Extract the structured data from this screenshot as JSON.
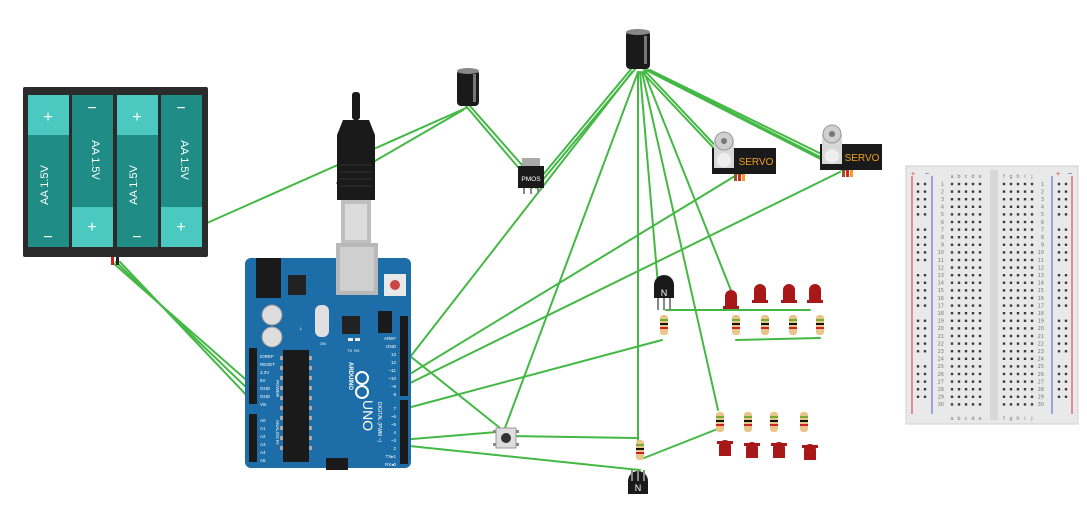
{
  "battery_pack": {
    "cells": [
      {
        "label": "AA 1.5V",
        "top_sign": "+",
        "bottom_sign": "−"
      },
      {
        "label": "AA 1.5V",
        "top_sign": "−",
        "bottom_sign": "+"
      },
      {
        "label": "AA 1.5V",
        "top_sign": "+",
        "bottom_sign": "−"
      },
      {
        "label": "AA 1.5V",
        "top_sign": "−",
        "bottom_sign": "+"
      }
    ]
  },
  "mosfet": {
    "label": "PMOS"
  },
  "servos": [
    {
      "label": "SERVO"
    },
    {
      "label": "SERVO"
    }
  ],
  "transistors": [
    {
      "label": "N"
    },
    {
      "label": "N"
    }
  ],
  "arduino": {
    "brand": "ARDUINO",
    "model": "UNO",
    "power_header": [
      "IOREF",
      "RESET",
      "3.3V",
      "5V",
      "GND",
      "GND",
      "Vin"
    ],
    "power_title": "POWER",
    "analog_header": [
      "A0",
      "A1",
      "A2",
      "A3",
      "A4",
      "A5"
    ],
    "analog_title": "ANALOG IN",
    "digital_top": [
      "AREF",
      "GND",
      "13",
      "12",
      "~11",
      "~10",
      "~9",
      "8"
    ],
    "digital_bottom": [
      "7",
      "~6",
      "~5",
      "4",
      "~3",
      "2",
      "TX▸1",
      "RX◂0"
    ],
    "digital_title": "DIGITAL (PWM ~)",
    "led_labels": [
      "TX",
      "RX",
      "L"
    ],
    "on_label": "ON"
  },
  "breadboard": {
    "col_letters_left": [
      "a",
      "b",
      "c",
      "d",
      "e"
    ],
    "col_letters_right": [
      "f",
      "g",
      "h",
      "i",
      "j"
    ],
    "row_numbers": [
      "1",
      "2",
      "3",
      "4",
      "5",
      "6",
      "7",
      "8",
      "9",
      "10",
      "11",
      "12",
      "13",
      "14",
      "15",
      "16",
      "17",
      "18",
      "19",
      "20",
      "21",
      "22",
      "23",
      "24",
      "25",
      "26",
      "27",
      "28",
      "29",
      "30"
    ],
    "rail_plus": "+",
    "rail_minus": "−"
  },
  "colors": {
    "wire": "#44b844",
    "battery_case": "#2b2b2b",
    "battery_cell": "#1f8c86",
    "battery_cap": "#4bc9c0",
    "arduino_board": "#1d6ea8",
    "led": "#a81818",
    "servo_label": "#f0a020"
  }
}
